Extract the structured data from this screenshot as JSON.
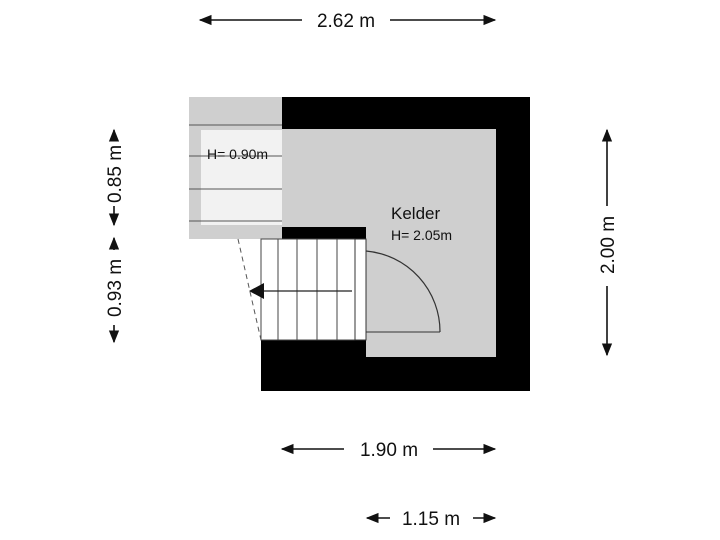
{
  "dimensions": {
    "top_width": "2.62 m",
    "bottom_width_1": "1.90 m",
    "bottom_width_2": "1.15 m",
    "right_height": "2.00 m",
    "left_height_upper": "0.85 m",
    "left_height_lower": "0.93 m"
  },
  "rooms": {
    "kelder": {
      "name": "Kelder",
      "height": "H= 2.05m"
    },
    "crawlspace": {
      "height": "H= 0.90m"
    }
  },
  "colors": {
    "wall": "#000000",
    "floor": "#cfcfcf",
    "crawlspace_fill": "#f2f2f2",
    "crawlspace_border": "#cfcfcf",
    "dimension": "#111111"
  },
  "icons": {
    "stair_direction": "arrow-left-icon",
    "dimension_ends": "arrowhead-icon"
  }
}
